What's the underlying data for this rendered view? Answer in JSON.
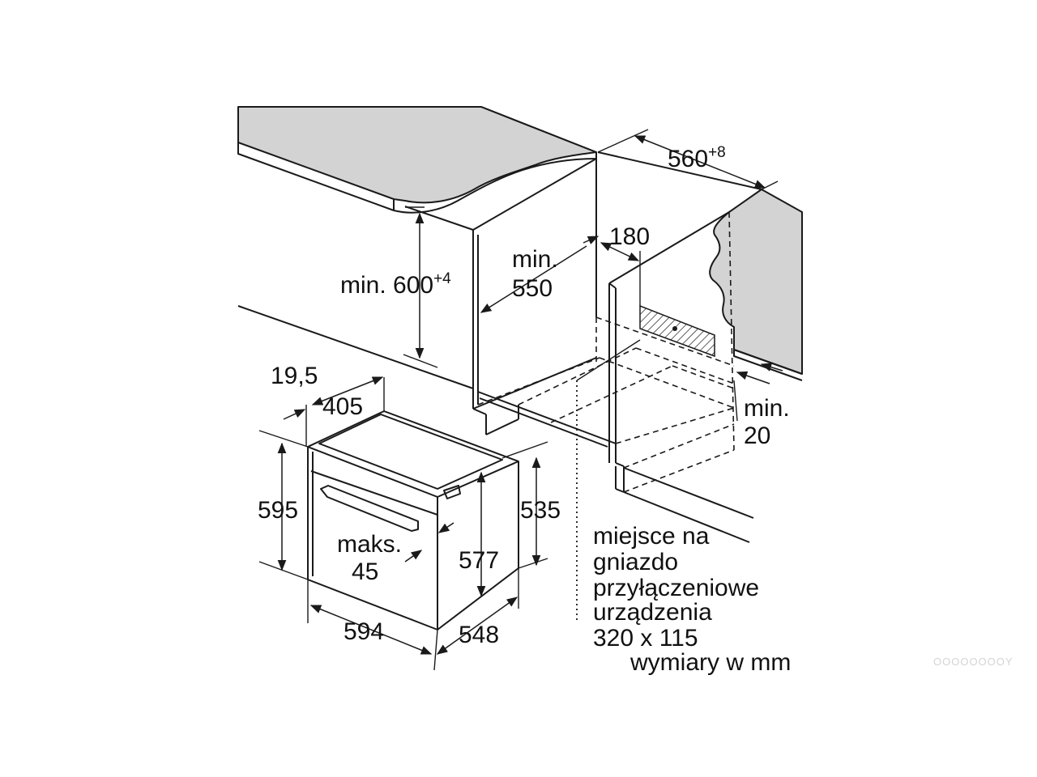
{
  "dimensions": {
    "niche_width": {
      "value": "560",
      "sup": "+8"
    },
    "niche_height": {
      "prefix": "min. ",
      "value": "600",
      "sup": "+4"
    },
    "niche_depth": {
      "line1": "min.",
      "line2": "550"
    },
    "socket_offset": "180",
    "rear_gap": {
      "line1": "min.",
      "line2": "20"
    },
    "panel_thickness": "19,5",
    "oven_top_depth": "405",
    "oven_front_height": "595",
    "oven_body_height": "577",
    "oven_side_height": "535",
    "door_gap": {
      "line1": "maks.",
      "line2": "45"
    },
    "oven_width": "594",
    "oven_depth": "548"
  },
  "socket_note": {
    "lines": [
      "miejsce na",
      "gniazdo",
      "przyłączeniowe",
      "urządzenia",
      "320 x 115"
    ]
  },
  "units_note": "wymiary w mm",
  "watermark": "OOOOOOOOY",
  "colors": {
    "countertop": "#d3d3d3",
    "line": "#1a1a1a"
  }
}
